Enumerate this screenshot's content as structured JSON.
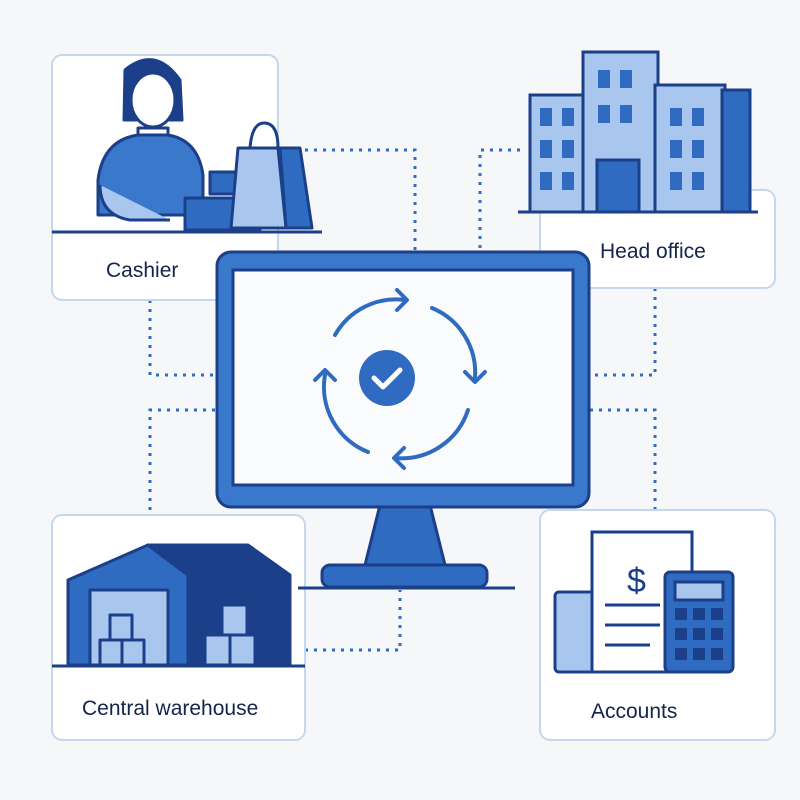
{
  "nodes": {
    "cashier": {
      "label": "Cashier"
    },
    "head_office": {
      "label": "Head office"
    },
    "warehouse": {
      "label": "Central warehouse"
    },
    "accounts": {
      "label": "Accounts",
      "currency_symbol": "$"
    }
  },
  "center": {
    "icon": "sync-check-icon"
  },
  "colors": {
    "primary": "#2f6bc0",
    "dark": "#1c3f8a",
    "light": "#a9c6ef",
    "card_border": "#c5d7ee",
    "background": "#f6f7f9"
  }
}
